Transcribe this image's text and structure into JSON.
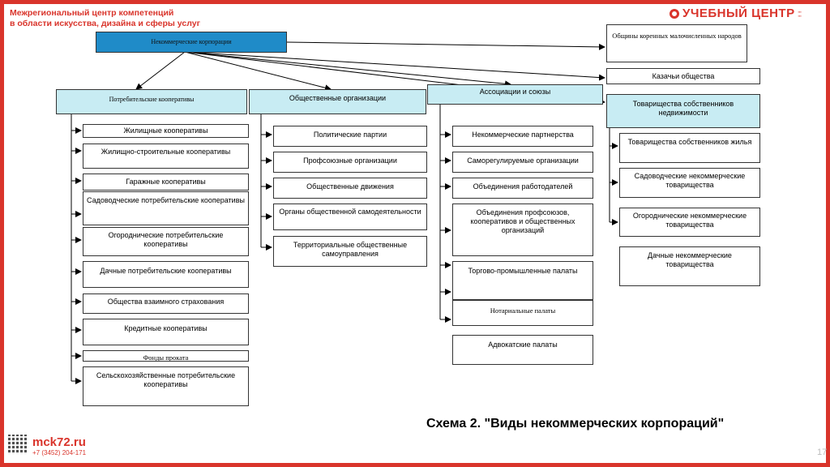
{
  "header": {
    "line1": "Межрегиональный центр компетенций",
    "line2": "в области искусства, дизайна и сферы услуг"
  },
  "brand": {
    "name": "УЧЕБНЫЙ ЦЕНТР",
    "icon": "circle-logo-icon",
    "color": "#d9342b"
  },
  "diagram": {
    "root": "Некоммерческие корпорации",
    "side": {
      "community": "Общины коренных малочисленных народов",
      "cossack": "Казачьи общества"
    },
    "consumer": {
      "title": "Потребительские кооперативы",
      "items": [
        "Жилищные кооперативы",
        "Жилищно-строительные кооперативы",
        "Гаражные кооперативы",
        "Садоводческие потребительские кооперативы",
        "Огороднические потребительские кооперативы",
        "Дачные потребительские кооперативы",
        "Общества взаимного страхования",
        "Кредитные кооперативы",
        "Фонды проката",
        "Сельскохозяйственные потребительские кооперативы"
      ]
    },
    "public": {
      "title": "Общественные организации",
      "items": [
        "Политические партии",
        "Профсоюзные организации",
        "Общественные движения",
        "Органы общественной самодеятельности",
        "Территориальные общественные самоуправления"
      ]
    },
    "assoc": {
      "title": "Ассоциации и союзы",
      "items": [
        "Некоммерческие партнерства",
        "Саморегулируемые организации",
        "Объединения работодателей",
        "Объединения профсоюзов, кооперативов и общественных организаций",
        "Торгово-промышленные палаты",
        "Нотариальные палаты",
        "Адвокатские палаты"
      ]
    },
    "owners": {
      "title": "Товарищества собственников недвижимости",
      "items": [
        "Товарищества собственников жилья",
        "Садоводческие некоммерческие товарищества",
        "Огороднические некоммерческие товарищества",
        "Дачные некоммерческие товарищества"
      ]
    }
  },
  "caption": "Схема 2. \"Виды некоммерческих  корпораций\"",
  "footer": {
    "site": "mck72.ru",
    "phone": "+7 (3452) 204-171",
    "qr": "qr-code-icon"
  },
  "page_number": "17",
  "colors": {
    "accent": "#d9342b",
    "category_fill": "#c8ecf3",
    "root_fill": "#1f8bc8"
  }
}
